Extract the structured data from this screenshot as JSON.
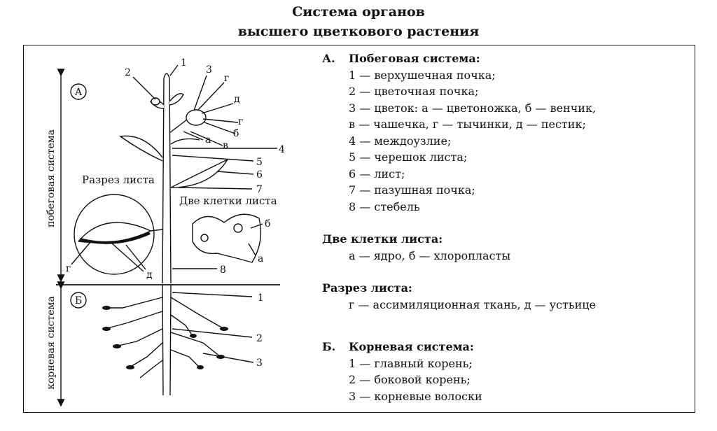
{
  "title": {
    "line1": "Система органов",
    "line2": "высшего цветкового растения"
  },
  "colors": {
    "ink": "#111111",
    "background": "#ffffff"
  },
  "diagram": {
    "region_a": "А",
    "region_b": "Б",
    "shoot_axis_label": "побеговая система",
    "root_axis_label": "корневая система",
    "leaf_section_label": "Разрез листа",
    "cells_label": "Две клетки листа",
    "shoot_numbers": [
      "1",
      "2",
      "3",
      "4",
      "5",
      "6",
      "7",
      "8"
    ],
    "root_numbers": [
      "1",
      "2",
      "3"
    ],
    "letters": {
      "a": "а",
      "b": "б",
      "v": "в",
      "g": "г",
      "d": "д"
    }
  },
  "legend": {
    "shoot": {
      "head_letter": "А.",
      "head": "Побеговая система:",
      "items": [
        "1 — верхушечная почка;",
        "2 — цветочная почка;",
        "3 — цветок: а — цветоножка, б — венчик,",
        "в — чашечка, г — тычинки, д — пестик;",
        "4 — междоузлие;",
        "5 — черешок листа;",
        "6 — лист;",
        "7 — пазушная почка;",
        "8 — стебель"
      ]
    },
    "cells": {
      "head": "Две клетки листа:",
      "item": "а — ядро, б — хлоропласты"
    },
    "section": {
      "head": "Разрез листа:",
      "item": "г — ассимиляционная ткань, д — устьице"
    },
    "root": {
      "head_letter": "Б.",
      "head": "Корневая система:",
      "items": [
        "1 — главный корень;",
        "2 — боковой корень;",
        "3 — корневые волоски"
      ]
    }
  }
}
